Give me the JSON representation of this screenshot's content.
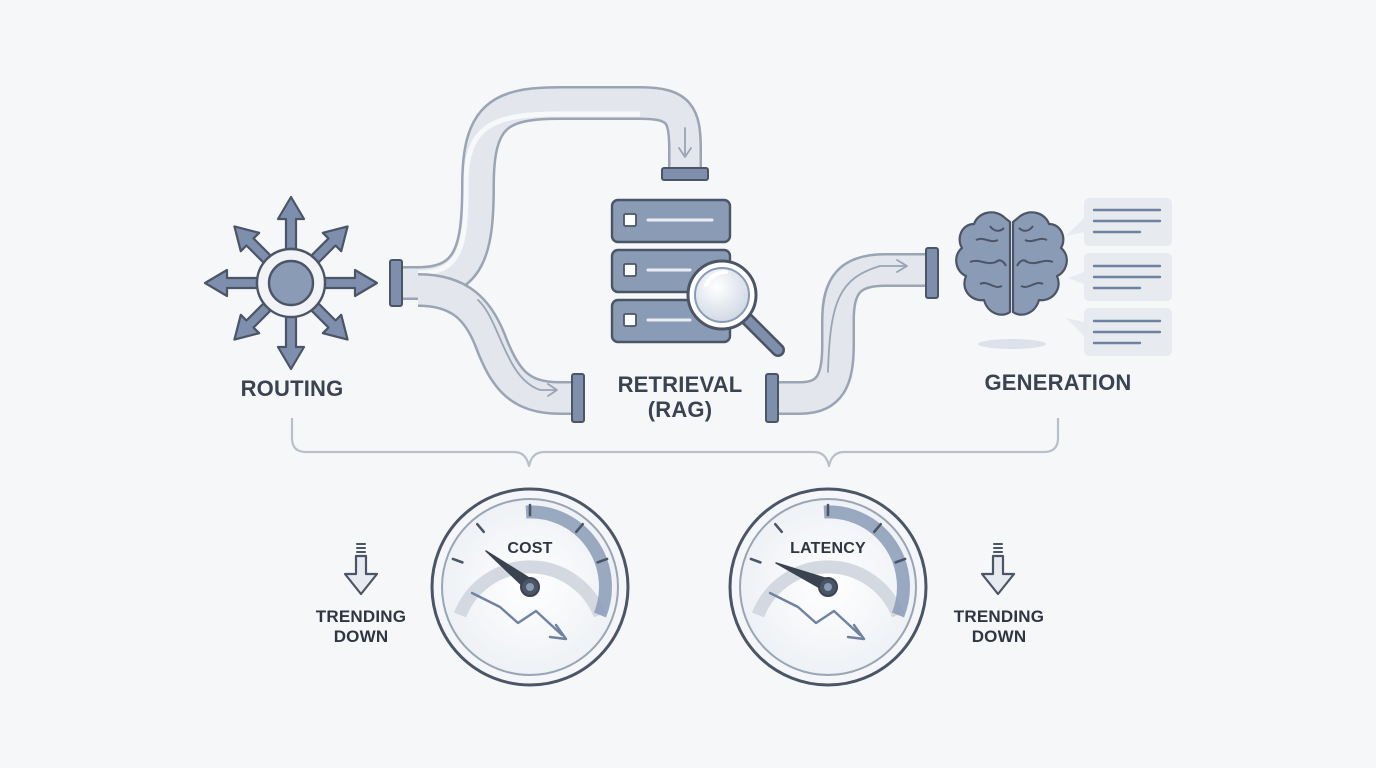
{
  "stages": {
    "routing": {
      "label": "ROUTING",
      "icon": "routing-arrows-icon"
    },
    "retrieval": {
      "label_line1": "RETRIEVAL",
      "label_line2": "(RAG)",
      "icon": "database-search-icon"
    },
    "generation": {
      "label": "GENERATION",
      "icon": "brain-icon"
    }
  },
  "gauges": {
    "cost": {
      "label": "COST",
      "icon": "gauge-icon"
    },
    "latency": {
      "label": "LATENCY",
      "icon": "gauge-icon"
    }
  },
  "trends": {
    "left": {
      "line1": "TRENDING",
      "line2": "DOWN",
      "icon": "down-arrow-icon"
    },
    "right": {
      "line1": "TRENDING",
      "line2": "DOWN",
      "icon": "down-arrow-icon"
    }
  },
  "colors": {
    "background": "#f6f7f9",
    "slate": "#6f82a0",
    "slate_fill": "#8a9bb6",
    "outline": "#4b5566",
    "pipe_fill": "#e3e7ed",
    "pipe_edge": "#9aa4b3",
    "bracket": "#b9c0ca"
  }
}
